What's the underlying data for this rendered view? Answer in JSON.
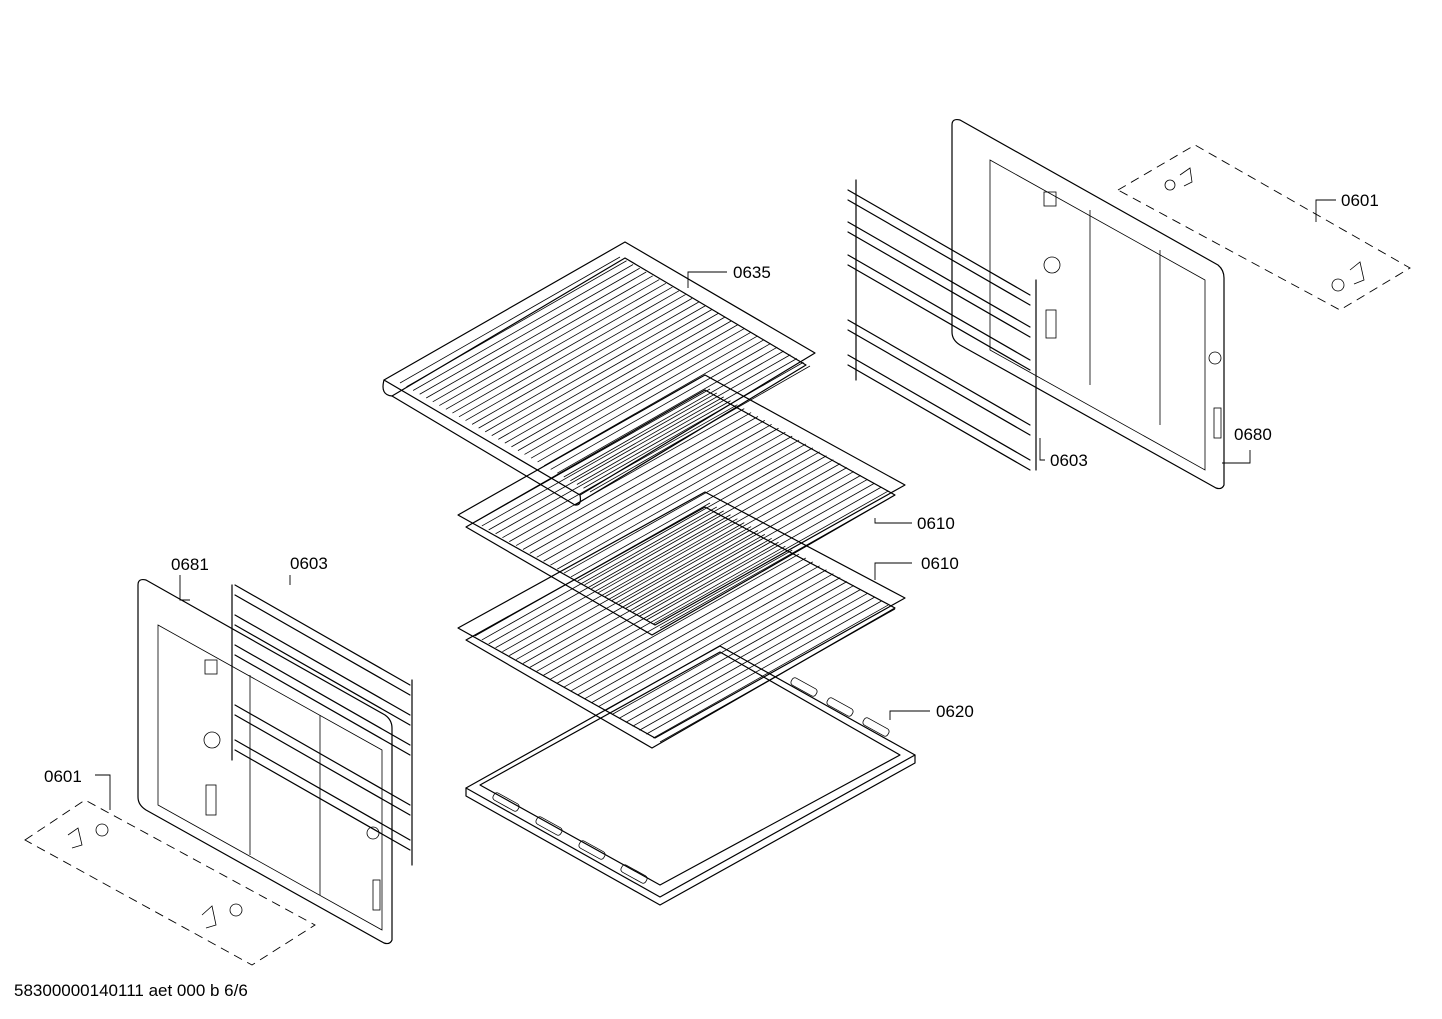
{
  "labels": {
    "rack_top": "0635",
    "rail_right": "0603",
    "wall_right_small": "0601",
    "wall_right": "0680",
    "rack_mid": "0610",
    "rack_low": "0610",
    "tray": "0620",
    "wall_left": "0681",
    "rail_left": "0603",
    "wall_left_small": "0601"
  },
  "footer": "58300000140111 aet 000 b 6/6"
}
